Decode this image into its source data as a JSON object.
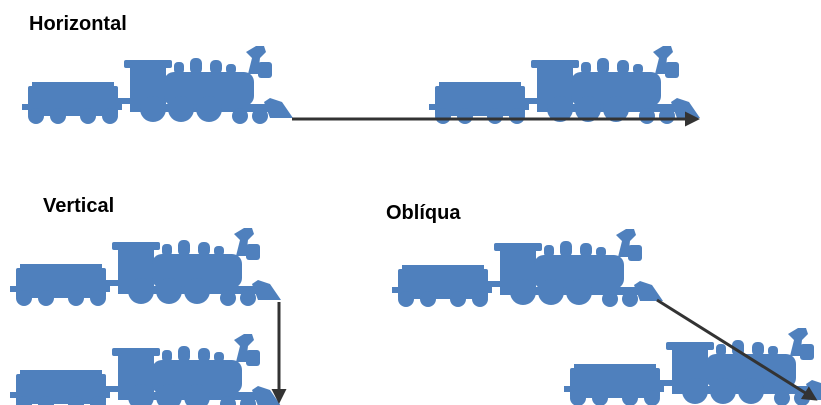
{
  "labels": {
    "horizontal": "Horizontal",
    "vertical": "Vertical",
    "obliqua": "Oblíqua"
  },
  "colors": {
    "train": "#4f80bd",
    "arrow": "#333333",
    "text": "#000000"
  },
  "icons": {
    "train": "steam-locomotive-icon",
    "arrow": "direction-arrow"
  }
}
